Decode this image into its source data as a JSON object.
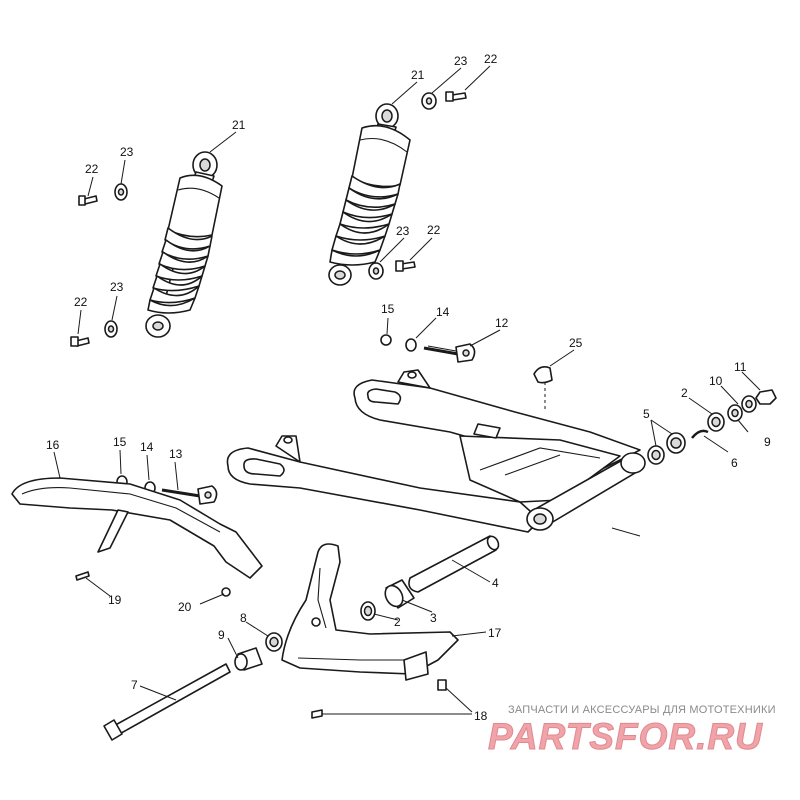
{
  "callouts": [
    {
      "id": "c21a",
      "text": "21"
    },
    {
      "id": "c23a",
      "text": "23"
    },
    {
      "id": "c22a",
      "text": "22"
    },
    {
      "id": "c21b",
      "text": "21"
    },
    {
      "id": "c22b",
      "text": "22"
    },
    {
      "id": "c23b",
      "text": "23"
    },
    {
      "id": "c23c",
      "text": "23"
    },
    {
      "id": "c22c",
      "text": "22"
    },
    {
      "id": "c22d",
      "text": "22"
    },
    {
      "id": "c23d",
      "text": "23"
    },
    {
      "id": "c15a",
      "text": "15"
    },
    {
      "id": "c14a",
      "text": "14"
    },
    {
      "id": "c12",
      "text": "12"
    },
    {
      "id": "c25",
      "text": "25"
    },
    {
      "id": "c11",
      "text": "11"
    },
    {
      "id": "c10",
      "text": "10"
    },
    {
      "id": "c2a",
      "text": "2"
    },
    {
      "id": "c5",
      "text": "5"
    },
    {
      "id": "c9a",
      "text": "9"
    },
    {
      "id": "c6",
      "text": "6"
    },
    {
      "id": "c16",
      "text": "16"
    },
    {
      "id": "c15b",
      "text": "15"
    },
    {
      "id": "c14b",
      "text": "14"
    },
    {
      "id": "c13",
      "text": "13"
    },
    {
      "id": "c19",
      "text": "19"
    },
    {
      "id": "c20",
      "text": "20"
    },
    {
      "id": "c8",
      "text": "8"
    },
    {
      "id": "c9b",
      "text": "9"
    },
    {
      "id": "c4",
      "text": "4"
    },
    {
      "id": "c3",
      "text": "3"
    },
    {
      "id": "c2b",
      "text": "2"
    },
    {
      "id": "c17",
      "text": "17"
    },
    {
      "id": "c7",
      "text": "7"
    },
    {
      "id": "c18",
      "text": "18"
    }
  ],
  "watermark": {
    "tagline": "ЗАПЧАСТИ И АКСЕССУАРЫ ДЛЯ МОТОТЕХНИКИ",
    "logo": "PARTSFOR.RU",
    "tagline_color": "#8a8a8a",
    "logo_color": "#f0a3a8"
  },
  "colors": {
    "line": "#1a1a1a",
    "background": "#ffffff",
    "shade": "#d9d9d9"
  }
}
